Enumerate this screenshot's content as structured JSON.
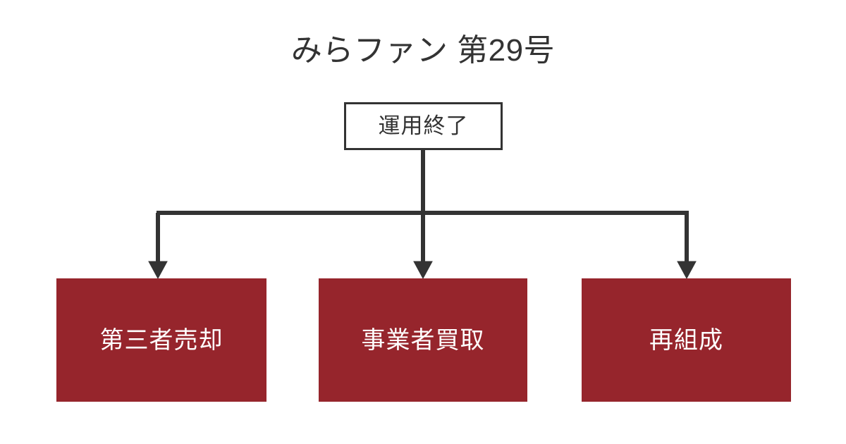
{
  "title": "みらファン 第29号",
  "colors": {
    "leaf_fill": "#96252C",
    "leaf_text": "#FFFFFF",
    "root_border": "#333333",
    "root_fill": "#FFFFFF",
    "root_text": "#333333",
    "connector": "#333333",
    "background": "#FFFFFF",
    "title_text": "#333333"
  },
  "root_node": {
    "label": "運用終了",
    "style": "outlined"
  },
  "leaf_nodes": [
    {
      "label": "第三者売却",
      "style": "filled"
    },
    {
      "label": "事業者買取",
      "style": "filled"
    },
    {
      "label": "再組成",
      "style": "filled"
    }
  ],
  "chart_data": {
    "type": "diagram",
    "diagram_kind": "tree-flowchart",
    "title": "みらファン 第29号",
    "orientation": "top-down",
    "nodes": [
      {
        "id": "root",
        "label": "運用終了",
        "level": 0,
        "shape": "rectangle",
        "fill": "#FFFFFF",
        "stroke": "#333333",
        "text_color": "#333333"
      },
      {
        "id": "leaf-0",
        "label": "第三者売却",
        "level": 1,
        "shape": "rectangle",
        "fill": "#96252C",
        "stroke": "none",
        "text_color": "#FFFFFF"
      },
      {
        "id": "leaf-1",
        "label": "事業者買取",
        "level": 1,
        "shape": "rectangle",
        "fill": "#96252C",
        "stroke": "none",
        "text_color": "#FFFFFF"
      },
      {
        "id": "leaf-2",
        "label": "再組成",
        "level": 1,
        "shape": "rectangle",
        "fill": "#96252C",
        "stroke": "none",
        "text_color": "#FFFFFF"
      }
    ],
    "edges": [
      {
        "from": "root",
        "to": "leaf-0",
        "arrow": "down",
        "style": "orthogonal"
      },
      {
        "from": "root",
        "to": "leaf-1",
        "arrow": "down",
        "style": "orthogonal"
      },
      {
        "from": "root",
        "to": "leaf-2",
        "arrow": "down",
        "style": "orthogonal"
      }
    ]
  }
}
